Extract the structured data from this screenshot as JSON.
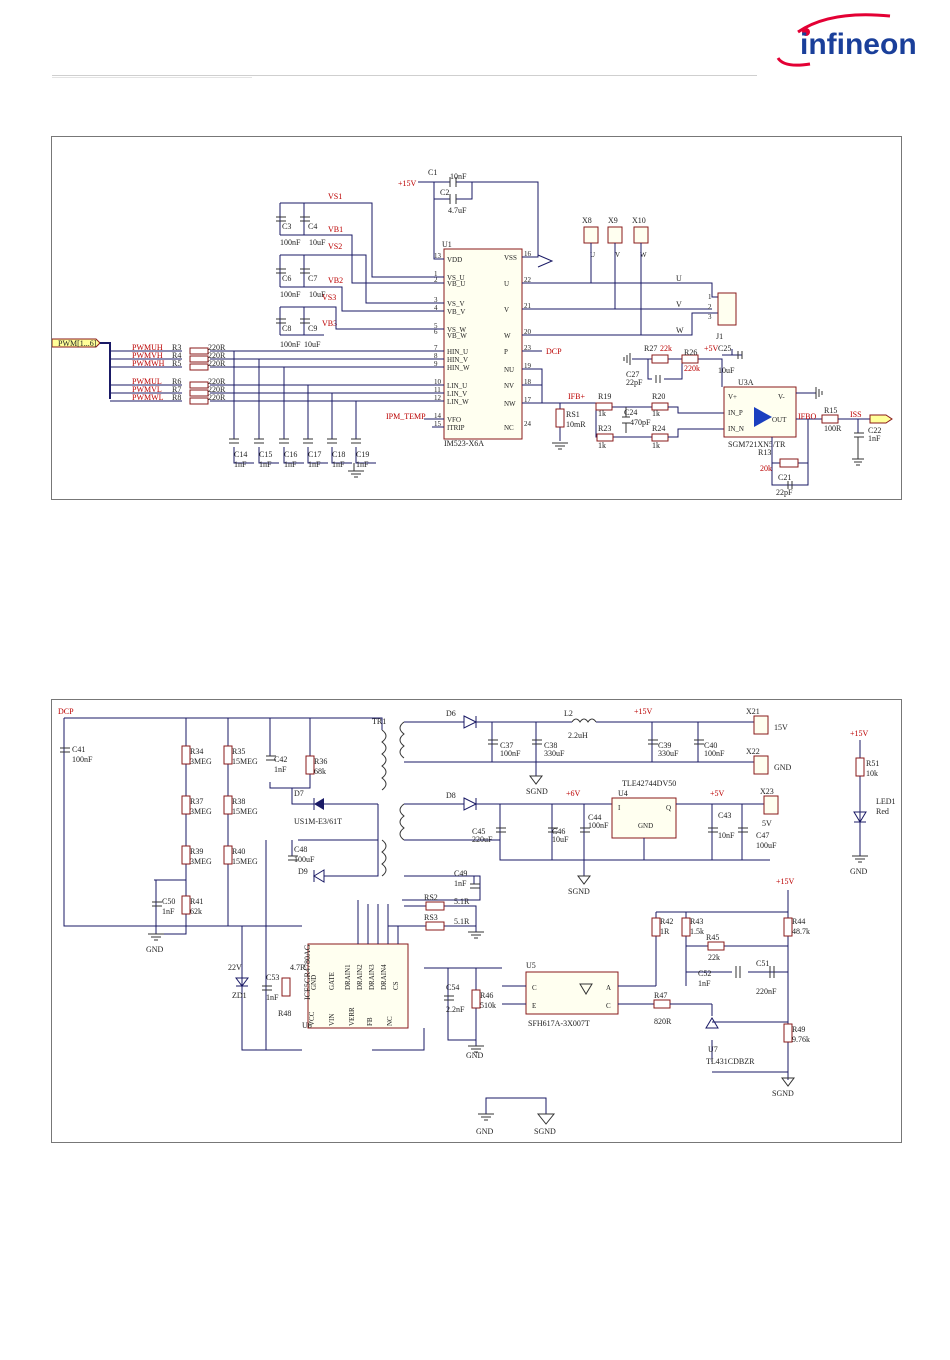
{
  "brand": {
    "name": "infineon",
    "color": "#e30034"
  },
  "sch1": {
    "u1": {
      "ref": "U1",
      "part": "IM523-X6A",
      "left_pins": [
        [
          "13",
          "VDD"
        ],
        [
          "1",
          "VS_U"
        ],
        [
          "2",
          "VB_U"
        ],
        [
          "3",
          "VS_V"
        ],
        [
          "4",
          "VB_V"
        ],
        [
          "5",
          "VS_W"
        ],
        [
          "6",
          "VB_W"
        ],
        [
          "7",
          "HIN_U"
        ],
        [
          "8",
          "HIN_V"
        ],
        [
          "9",
          "HIN_W"
        ],
        [
          "10",
          "LIN_U"
        ],
        [
          "11",
          "LIN_V"
        ],
        [
          "12",
          "LIN_W"
        ],
        [
          "14",
          "VFO"
        ],
        [
          "15",
          "ITRIP"
        ]
      ],
      "right_pins": [
        [
          "16",
          "VSS"
        ],
        [
          "22",
          "U"
        ],
        [
          "21",
          "V"
        ],
        [
          "20",
          "W"
        ],
        [
          "23",
          "P"
        ],
        [
          "19",
          "NU"
        ],
        [
          "18",
          "NV"
        ],
        [
          "17",
          "NW"
        ],
        [
          "24",
          "NC"
        ]
      ]
    },
    "nets": {
      "v15": "+15V",
      "vs1": "VS1",
      "vb1": "VB1",
      "vs2": "VS2",
      "vb2": "VB2",
      "vs3": "VS3",
      "vb3": "VB3",
      "pwm_bus": "PWM[1...6]",
      "ipm_temp": "IPM_TEMP",
      "dcp": "DCP",
      "ifb_plus": "IFB+",
      "v5": "+5V",
      "ifbo": "IFBO",
      "iss": "ISS"
    },
    "pwm_nets": [
      "PWMUH",
      "PWMVH",
      "PWMWH",
      "PWMUL",
      "PWMVL",
      "PWMWL"
    ],
    "pwm_resistors": [
      "R3",
      "R4",
      "R5",
      "R6",
      "R7",
      "R8"
    ],
    "pwm_res_value": "220R",
    "filter_caps": [
      "C14",
      "C15",
      "C16",
      "C17",
      "C18",
      "C19"
    ],
    "filter_cap_value": "1nF",
    "c1": "C1",
    "c1_val": "10nF",
    "c2": "C2",
    "c2_val": "4.7uF",
    "c3": "C3",
    "c3_val": "100nF",
    "c4": "C4",
    "c4_val": "10uF",
    "c6": "C6",
    "c6_val": "100nF",
    "c7": "C7",
    "c7_val": "10uF",
    "c8": "C8",
    "c8_val": "100nF",
    "c9": "C9",
    "c9_val": "10uF",
    "x8": "X8",
    "x9": "X9",
    "x10": "X10",
    "xu": "U",
    "xv": "V",
    "xw": "W",
    "j1": "J1",
    "j1_pins": [
      "1",
      "2",
      "3"
    ],
    "out_u": "U",
    "out_v": "V",
    "out_w": "W",
    "rs1": "RS1",
    "rs1_val": "10mR",
    "r19": "R19",
    "r20": "R20",
    "r23": "R23",
    "r24": "R24",
    "rk": "1k",
    "c24": "C24",
    "c24_val": "470pF",
    "r27": "R27",
    "r27_val": "22k",
    "r26": "R26",
    "r26_val": "220k",
    "c27": "C27",
    "c27_val": "22pF",
    "c25": "C25",
    "c25_val": "10uF",
    "u3": "U3A",
    "u3_part": "SGM721XN5/TR",
    "u3_pins": {
      "vp": "V+",
      "vn": "V-",
      "inp": "IN_P",
      "inn": "IN_N",
      "out": "OUT"
    },
    "r15": "R15",
    "r15_val": "100R",
    "c22": "C22",
    "c22_val": "1nF",
    "r13": "R13",
    "r13_val": "20k",
    "c21": "C21",
    "c21_val": "22pF"
  },
  "sch2": {
    "dcp": "DCP",
    "c41": "C41",
    "c41_val": "100nF",
    "r34": "R34",
    "r37": "R37",
    "r39": "R39",
    "r_3meg": "3MEG",
    "r35": "R35",
    "r38": "R38",
    "r40": "R40",
    "r_15meg": "15MEG",
    "c42": "C42",
    "c42_val": "1nF",
    "r36": "R36",
    "r36_val": "68k",
    "d7": "D7",
    "d7_part": "US1M-E3/61T",
    "tr1": "TR1",
    "d6": "D6",
    "d8": "D8",
    "d9": "D9",
    "l2": "L2",
    "l2_val": "2.2uH",
    "c37": "C37",
    "c37_val": "100nF",
    "c38": "C38",
    "c38_val": "330uF",
    "c39": "C39",
    "c39_val": "330uF",
    "c40": "C40",
    "c40_val": "100nF",
    "v15": "+15V",
    "x21": "X21",
    "x21_label": "15V",
    "x22": "X22",
    "x22_label": "GND",
    "sgnd": "SGND",
    "v6": "+6V",
    "u4": "U4",
    "u4_part": "TLE42744DV50",
    "u4_pins": {
      "i": "I",
      "q": "Q",
      "gnd": "GND"
    },
    "v5": "+5V",
    "x23": "X23",
    "x23_label": "5V",
    "c45": "C45",
    "c45_val": "220uF",
    "c46": "C46",
    "c46_val": "10uF",
    "c44": "C44",
    "c44_val": "100nF",
    "c43": "C43",
    "c43_val": "10nF",
    "c47": "C47",
    "c47_val": "100uF",
    "c49": "C49",
    "c49_val": "1nF",
    "c48": "C48",
    "c48_val": "100uF",
    "c50": "C50",
    "c50_val": "1nF",
    "r41": "R41",
    "r41_val": "62k",
    "gnd": "GND",
    "rs2": "RS2",
    "rs3": "RS3",
    "rs_val": "5.1R",
    "u6": "U6",
    "u6_part": "ICE5GR4780AG",
    "u6_pins": [
      "GND",
      "GATE",
      "DRAIN1",
      "DRAIN2",
      "DRAIN3",
      "DRAIN4",
      "CS",
      "VCC",
      "VIN",
      "VERR",
      "FB",
      "NC"
    ],
    "zd1": "ZD1",
    "zd1_val": "22V",
    "c53": "C53",
    "c53_val": "1nF",
    "r48": "R48",
    "r48_val": "4.7R",
    "c54": "C54",
    "c54_val": "2.2nF",
    "r46": "R46",
    "r46_val": "510k",
    "u5": "U5",
    "u5_part": "SFH617A-3X007T",
    "u5_pins": {
      "c1": "C",
      "e": "E",
      "a": "A",
      "c2": "C"
    },
    "r42": "R42",
    "r42_val": "1R",
    "r43": "R43",
    "r43_val": "1.5k",
    "r44": "R44",
    "r44_val": "48.7k",
    "r45": "R45",
    "r45_val": "22k",
    "c52": "C52",
    "c52_val": "1nF",
    "c51": "C51",
    "c51_val": "220nF",
    "r47": "R47",
    "r47_val": "820R",
    "u7": "U7",
    "u7_part": "TL431CDBZR",
    "r49": "R49",
    "r49_val": "9.76k",
    "r51": "R51",
    "r51_val": "10k",
    "led1": "LED1",
    "led1_val": "Red"
  }
}
